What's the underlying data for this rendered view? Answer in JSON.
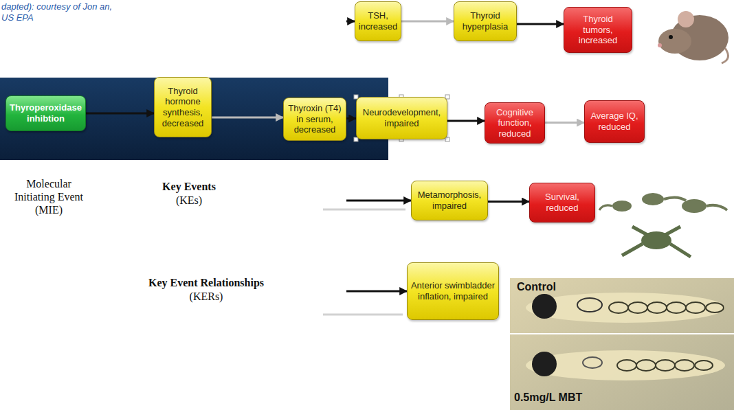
{
  "diagram": {
    "nodes": [
      {
        "text": [
          "Thyroperoxidase inhibtion"
        ]
      },
      {
        "text": [
          "Thyroid hormone synthesis, decreased"
        ]
      },
      {
        "text": [
          "Thyroxin (T4) in serum, decreased"
        ]
      },
      {
        "text": [
          "TSH, increased"
        ]
      },
      {
        "text": [
          "Thyroid hyperplasia"
        ]
      },
      {
        "text": [
          "Thyroid tumors, increased"
        ]
      },
      {
        "text": [
          "Neurodevelopment, impaired"
        ]
      },
      {
        "text": [
          "Cognitive function, reduced"
        ]
      },
      {
        "text": [
          "Average IQ, reduced"
        ]
      },
      {
        "text": [
          "Metamorphosis, impaired"
        ]
      },
      {
        "text": [
          "Survival, reduced"
        ]
      },
      {
        "text": [
          "Anterior swimbladder inflation, impaired"
        ]
      }
    ],
    "edges": [
      {
        "from": 0,
        "to": 1,
        "arrow": "to"
      },
      {
        "from": 1,
        "to": 2,
        "arrow": "to"
      },
      {
        "from": 2,
        "to": 3,
        "arrow": "to"
      },
      {
        "from": 3,
        "to": 4,
        "arrow": "to"
      },
      {
        "from": 4,
        "to": 5,
        "arrow": "to"
      },
      {
        "from": 2,
        "to": 6,
        "arrow": "to"
      },
      {
        "from": 6,
        "to": 7,
        "arrow": "to"
      },
      {
        "from": 7,
        "to": 8,
        "arrow": "to"
      },
      {
        "from": 2,
        "to": 9,
        "arrow": "to"
      },
      {
        "from": 9,
        "to": 10,
        "arrow": "to"
      },
      {
        "from": 2,
        "to": 11,
        "arrow": "to"
      }
    ],
    "labels": [
      "dapted): courtesy of Jon an, US EPA",
      "Molecular Initiating Event (MIE)",
      "Key Events",
      "(KEs)",
      "Key Event Relationships",
      "(KERs)",
      "Control",
      "0.5mg/L MBT"
    ]
  }
}
